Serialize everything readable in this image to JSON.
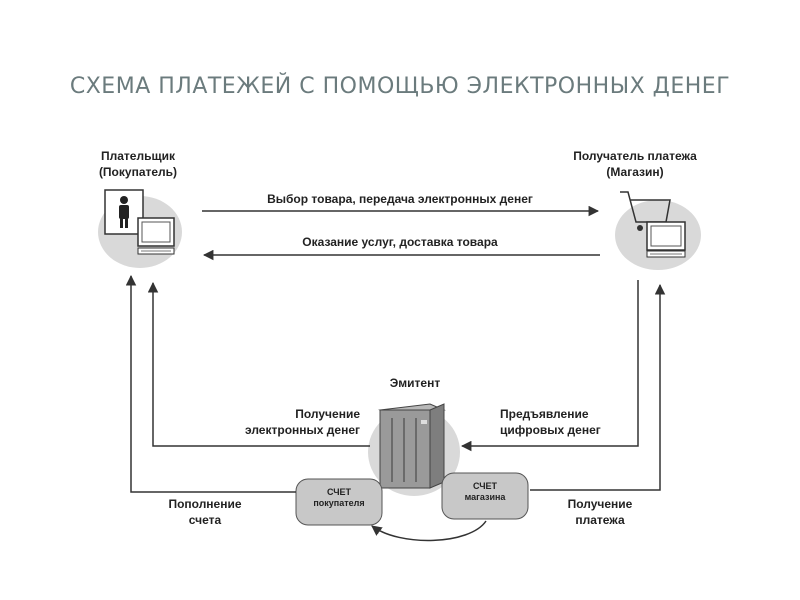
{
  "slide": {
    "title": "СХЕМА ПЛАТЕЖЕЙ С ПОМОЩЬЮ ЭЛЕКТРОННЫХ ДЕНЕГ"
  },
  "payer": {
    "line1": "Плательщик",
    "line2": "(Покупатель)"
  },
  "recipient": {
    "line1": "Получатель платежа",
    "line2": "(Магазин)"
  },
  "issuer": {
    "label": "Эмитент"
  },
  "flows": {
    "top": "Выбор товара, передача электронных денег",
    "bottom": "Оказание услуг, доставка товара",
    "receive_money": {
      "line1": "Получение",
      "line2": "электронных денег"
    },
    "present_money": {
      "line1": "Предъявление",
      "line2": "цифровых денег"
    },
    "topup": {
      "line1": "Пополнение",
      "line2": "счета"
    },
    "receive_payment": {
      "line1": "Получение",
      "line2": "платежа"
    }
  },
  "accounts": {
    "buyer": {
      "line1": "СЧЕТ",
      "line2": "покупателя"
    },
    "shop": {
      "line1": "СЧЕТ",
      "line2": "магазина"
    }
  },
  "colors": {
    "title": "#6b7b7d",
    "ink": "#222222",
    "blob": "#d9d9d9",
    "account": "#c8c8c8"
  }
}
